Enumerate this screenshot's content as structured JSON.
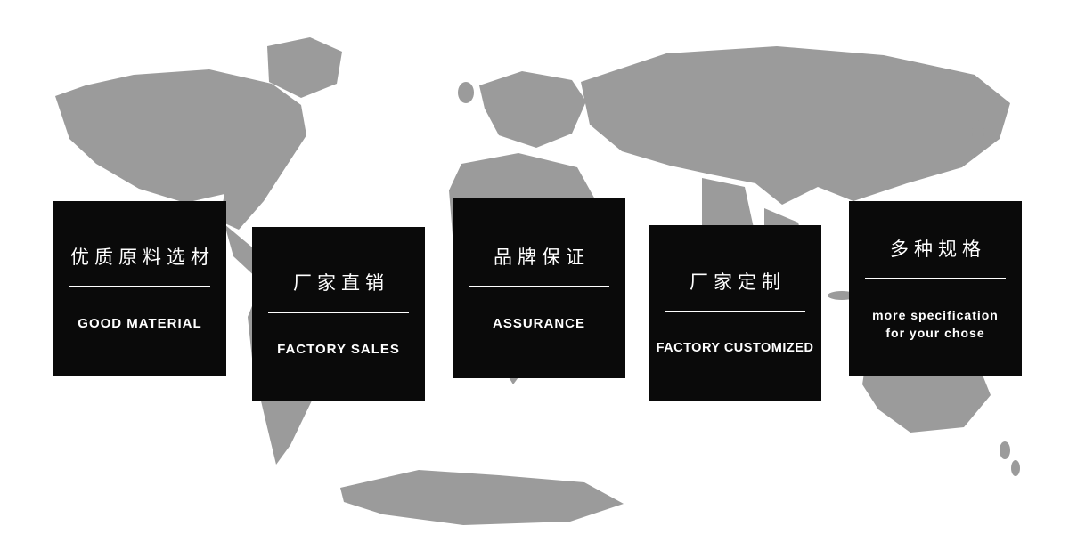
{
  "colors": {
    "card_background": "#0a0a0a",
    "card_text": "#ffffff",
    "divider": "#ffffff",
    "map_fill": "#9b9b9b"
  },
  "cards": [
    {
      "title_zh": "优质原料选材",
      "title_en": "GOOD MATERIAL"
    },
    {
      "title_zh": "厂家直销",
      "title_en": "FACTORY SALES"
    },
    {
      "title_zh": "品牌保证",
      "title_en": "ASSURANCE"
    },
    {
      "title_zh": "厂家定制",
      "title_en": "FACTORY CUSTOMIZED"
    },
    {
      "title_zh": "多种规格",
      "title_en": "more specification\nfor your chose"
    }
  ]
}
